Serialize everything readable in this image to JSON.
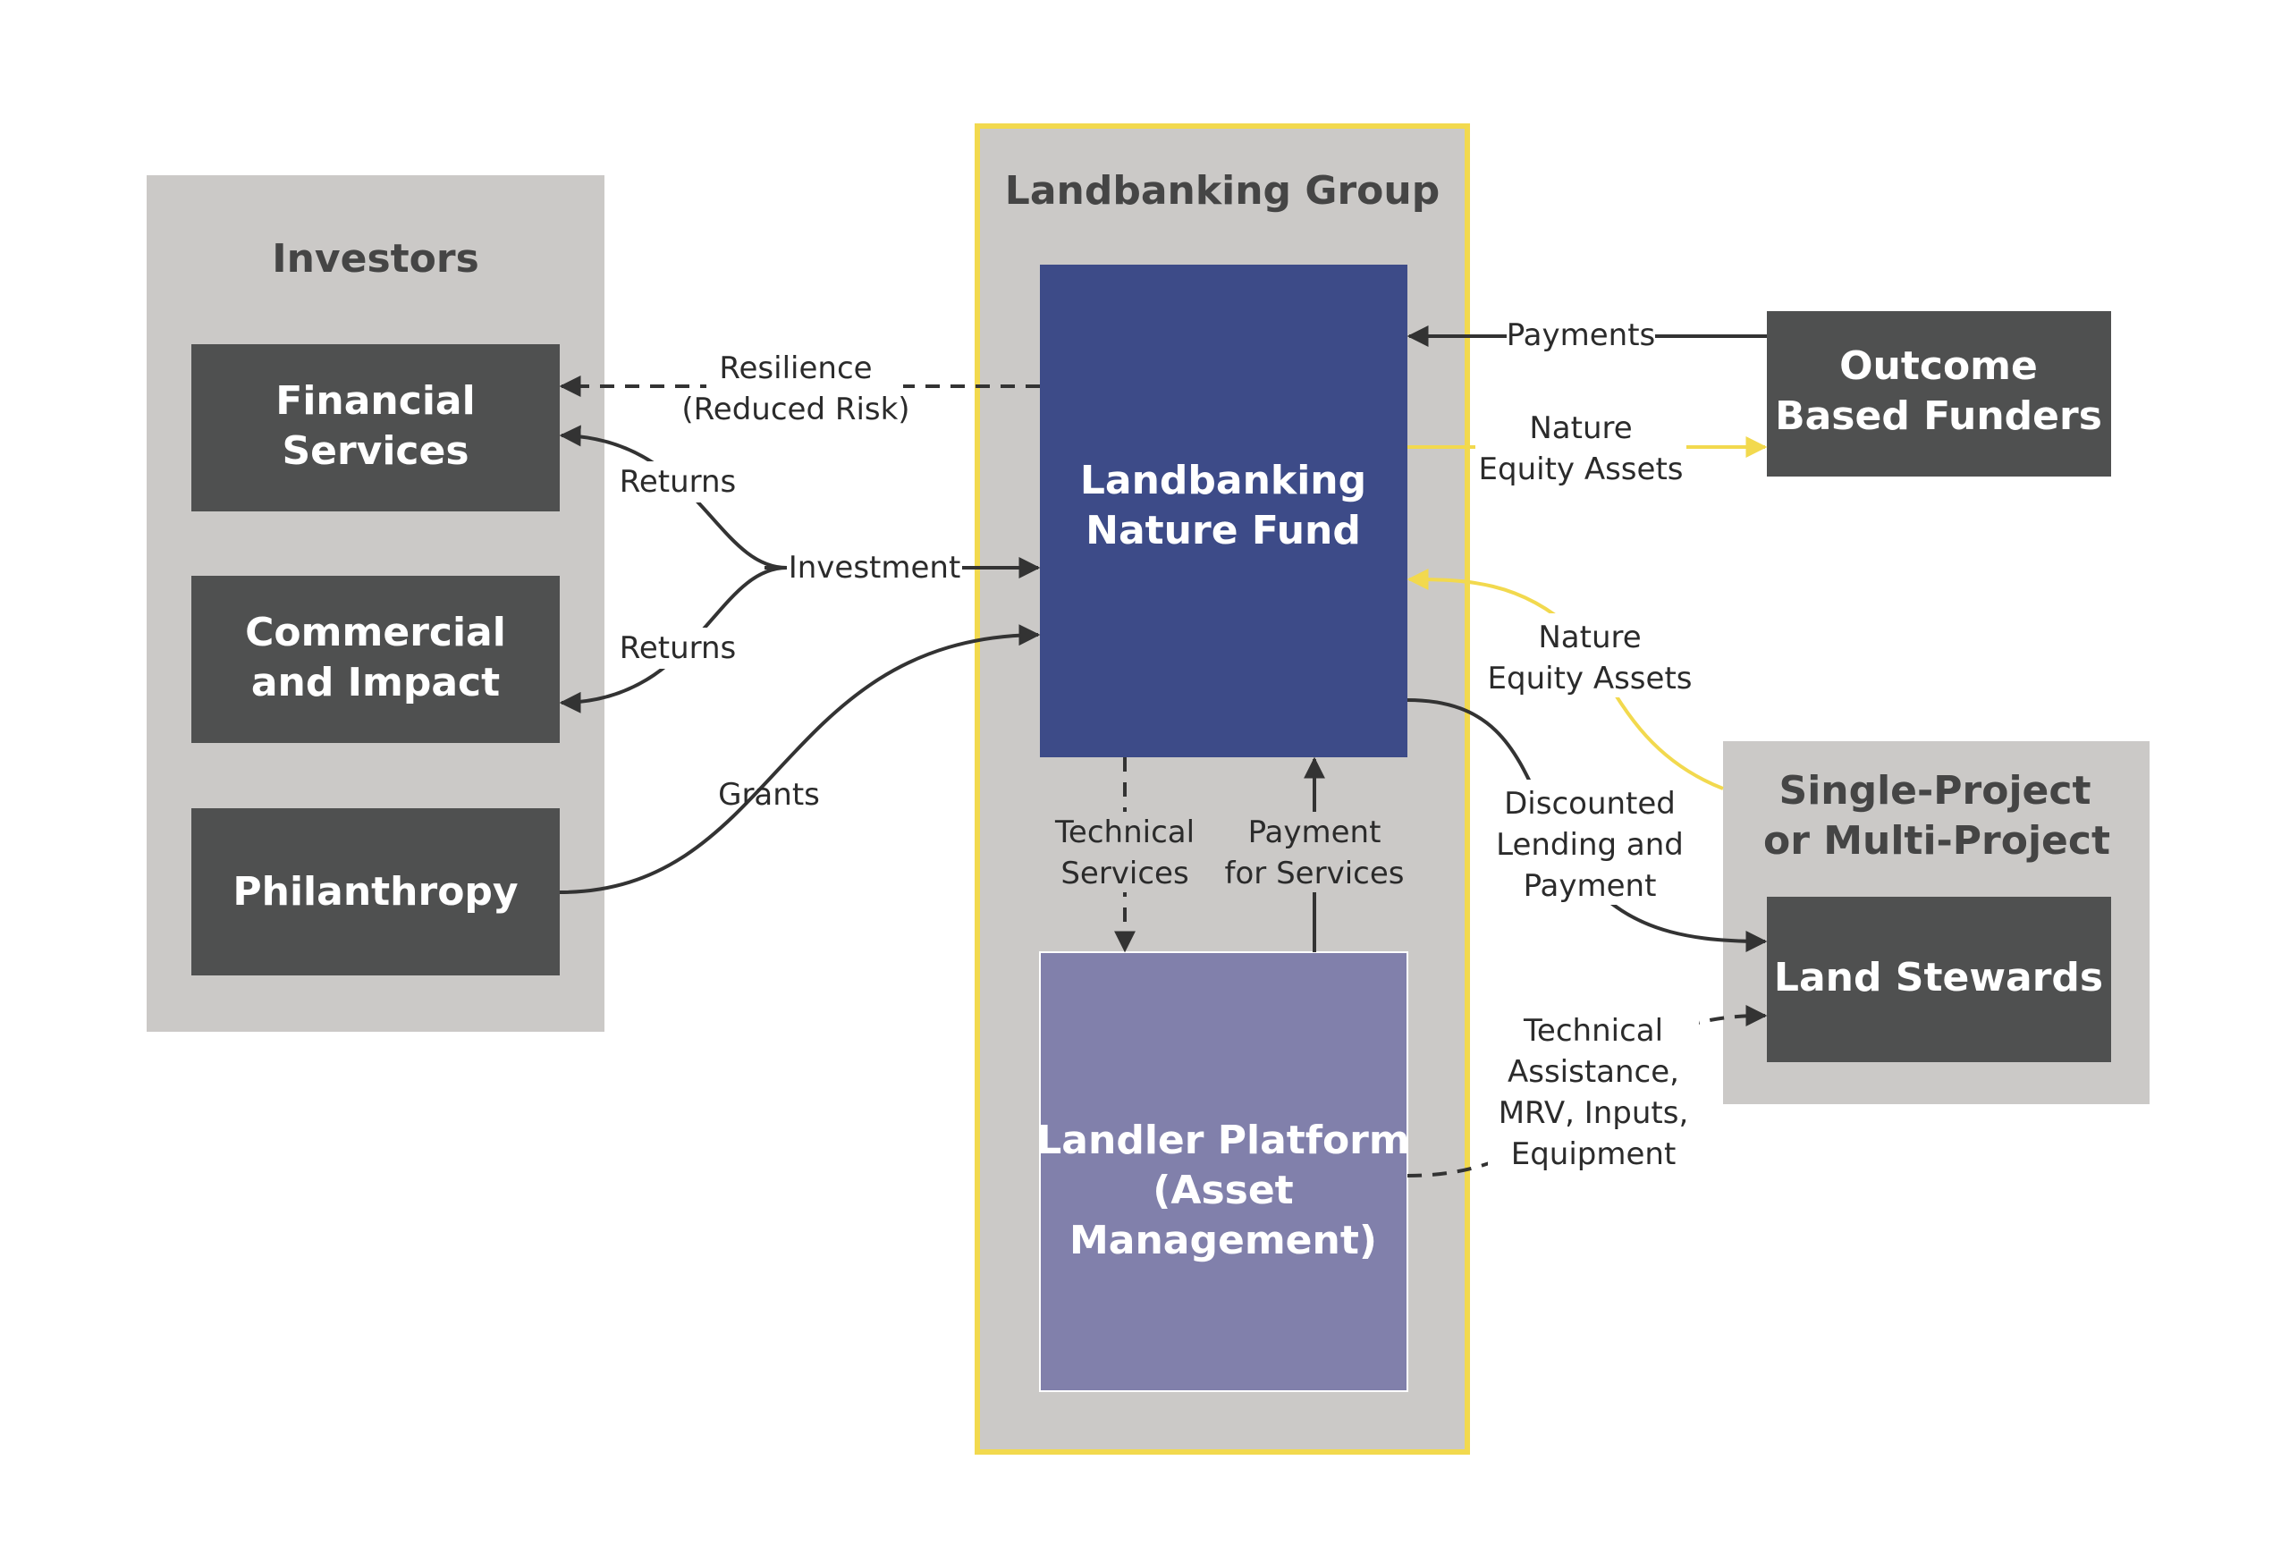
{
  "colors": {
    "group_bg": "#cbc9c7",
    "node_dark": "#4f5050",
    "fund": "#3d4b88",
    "platform": "#8180ab",
    "accent_yellow": "#f2d94e",
    "arrow": "#333333",
    "label_dark": "#454545",
    "text_light": "#ffffff",
    "flow_text": "#2b2b2b"
  },
  "groups": {
    "investors": {
      "title": "Investors"
    },
    "landbanking": {
      "title": "Landbanking Group"
    },
    "projects": {
      "title_line1": "Single-Project",
      "title_line2": "or Multi-Project"
    }
  },
  "nodes": {
    "financial": {
      "line1": "Financial",
      "line2": "Services"
    },
    "commercial": {
      "line1": "Commercial",
      "line2": "and Impact"
    },
    "philanthropy": {
      "line1": "Philanthropy"
    },
    "fund": {
      "line1": "Landbanking",
      "line2": "Nature Fund"
    },
    "platform": {
      "line1": "Landler Platform",
      "line2": "(Asset",
      "line3": "Management)"
    },
    "outcome": {
      "line1": "Outcome",
      "line2": "Based Funders"
    },
    "stewards": {
      "line1": "Land Stewards"
    }
  },
  "flows": {
    "resilience": {
      "line1": "Resilience",
      "line2": "(Reduced Risk)"
    },
    "returns_top": {
      "line1": "Returns"
    },
    "returns_bottom": {
      "line1": "Returns"
    },
    "investment": {
      "line1": "Investment"
    },
    "grants": {
      "line1": "Grants"
    },
    "technical_services": {
      "line1": "Technical",
      "line2": "Services"
    },
    "payment_services": {
      "line1": "Payment",
      "line2": "for Services"
    },
    "payments": {
      "line1": "Payments"
    },
    "nature_equity_out": {
      "line1": "Nature",
      "line2": "Equity Assets"
    },
    "nature_equity_in": {
      "line1": "Nature",
      "line2": "Equity Assets"
    },
    "discounted": {
      "line1": "Discounted",
      "line2": "Lending and",
      "line3": "Payment"
    },
    "technical_assistance": {
      "line1": "Technical",
      "line2": "Assistance,",
      "line3": "MRV, Inputs,",
      "line4": "Equipment"
    }
  }
}
